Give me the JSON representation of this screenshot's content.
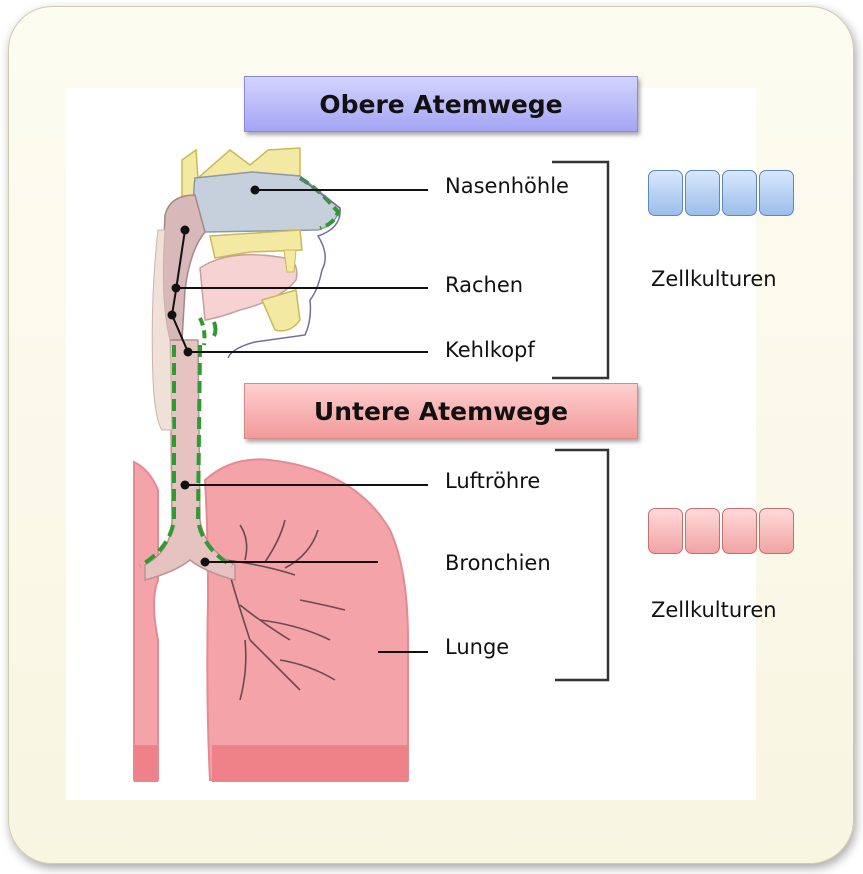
{
  "sections": {
    "upper": {
      "title": "Obere Atemwege",
      "color": "#b8b8fa",
      "parts": [
        "Nasenhöhle",
        "Rachen",
        "Kehlkopf"
      ],
      "cell_label": "Zellkulturen"
    },
    "lower": {
      "title": "Untere Atemwege",
      "color": "#f7b3b3",
      "parts": [
        "Luftröhre",
        "Bronchien",
        "Lunge"
      ],
      "cell_label": "Zellkulturen"
    }
  },
  "icons": [
    "respiratory-tract-illustration",
    "cell-culture-icon"
  ]
}
